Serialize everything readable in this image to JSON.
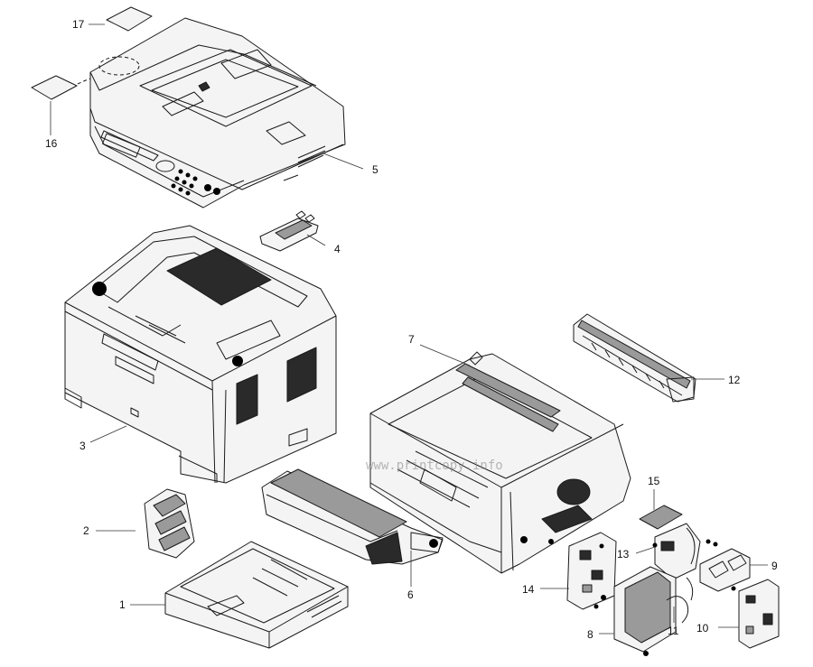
{
  "watermark": "www.printcopy.info",
  "callouts": {
    "c1": "1",
    "c2": "2",
    "c3": "3",
    "c4": "4",
    "c5": "5",
    "c6": "6",
    "c7": "7",
    "c8": "8",
    "c9": "9",
    "c10": "10",
    "c11": "11",
    "c12": "12",
    "c13": "13",
    "c14": "14",
    "c15": "15",
    "c16": "16",
    "c17": "17"
  },
  "icons": {
    "screw": "screw-icon"
  },
  "colors": {
    "line": "#1a1a1a",
    "background": "#ffffff"
  }
}
